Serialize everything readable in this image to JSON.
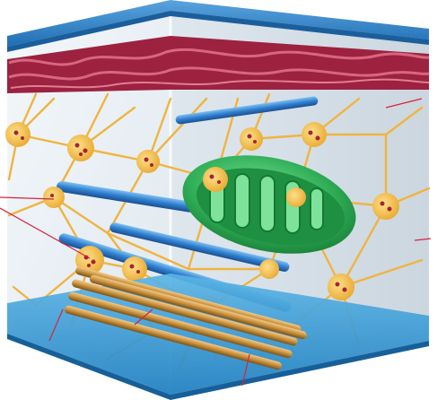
{
  "colors": {
    "background": "#ffffff",
    "cube_front": "#e6eef4",
    "cube_side": "#d3dde6",
    "top_plate": "#2f83c9",
    "bottom_plate": "#2d94d2",
    "reticulum": "#b02a4a",
    "reticulum_light": "#d8667f",
    "microtubule": "#2f7fd0",
    "mitochondrion": "#2fae56",
    "mitochondrion_dark": "#117a33",
    "filament": "#f0b440",
    "filament_dark": "#d08d1c",
    "node_dot": "#a4243a",
    "microfilament_bundle": "#c8913c",
    "pointer_line": "#d8233a"
  },
  "icons": {
    "cube": "cutaway-cube",
    "reticulum": "endoplasmic-reticulum",
    "mitochondrion": "mitochondrion",
    "network": "microtrabecular-network",
    "bundle": "microfilament-bundle"
  }
}
